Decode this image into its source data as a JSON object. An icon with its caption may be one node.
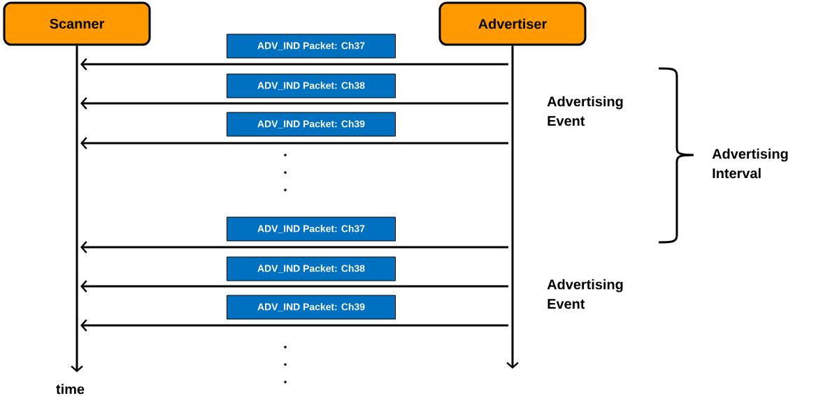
{
  "diagram": {
    "nodes": [
      {
        "text": [
          "Scanner"
        ]
      },
      {
        "text": [
          "Advertiser"
        ]
      }
    ],
    "edges": [
      {
        "from": 1,
        "to": 0,
        "arrow": "to",
        "label": "ADV_IND Packet: Ch37"
      },
      {
        "from": 1,
        "to": 0,
        "arrow": "to",
        "label": "ADV_IND Packet: Ch38"
      },
      {
        "from": 1,
        "to": 0,
        "arrow": "to",
        "label": "ADV_IND Packet: Ch39"
      },
      {
        "from": 1,
        "to": 0,
        "arrow": "to",
        "label": "ADV_IND Packet: Ch37"
      },
      {
        "from": 1,
        "to": 0,
        "arrow": "to",
        "label": "ADV_IND Packet: Ch38"
      },
      {
        "from": 1,
        "to": 0,
        "arrow": "to",
        "label": "ADV_IND Packet: Ch39"
      }
    ],
    "labels": [
      "Advertising Event",
      "Advertising Interval",
      "Advertising Event",
      "time"
    ]
  }
}
